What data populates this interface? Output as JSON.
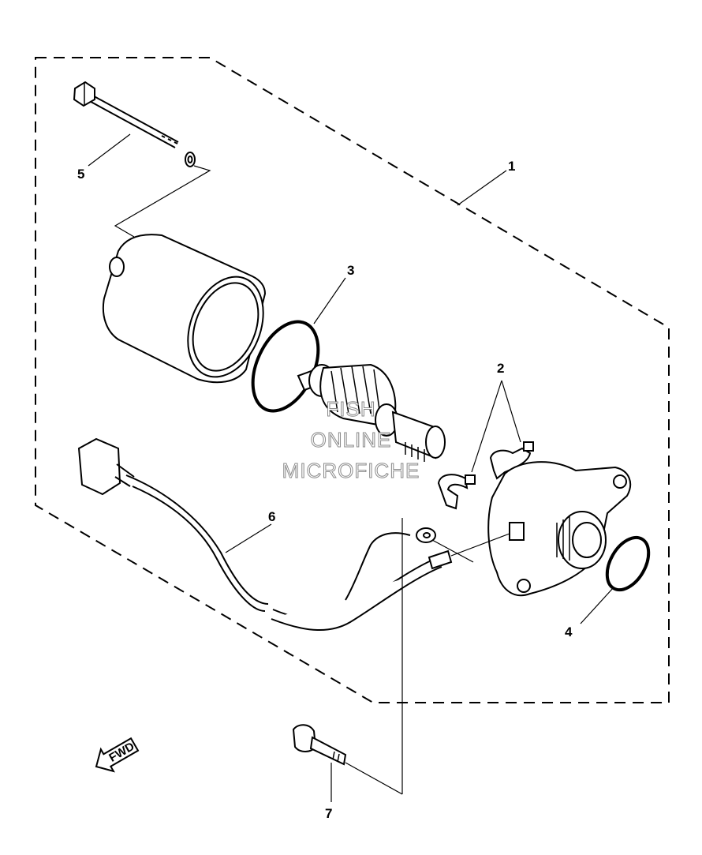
{
  "callouts": [
    {
      "id": "1",
      "text": "1"
    },
    {
      "id": "2",
      "text": "2"
    },
    {
      "id": "3",
      "text": "3"
    },
    {
      "id": "4",
      "text": "4"
    },
    {
      "id": "5",
      "text": "5"
    },
    {
      "id": "6",
      "text": "6"
    },
    {
      "id": "7",
      "text": "7"
    }
  ],
  "watermark": {
    "line1": "FISH",
    "line2": "ONLINE",
    "line3": "MICROFICHE"
  },
  "fwd_label": "FWD",
  "colors": {
    "line": "#000000",
    "watermark_stroke": "#8a8a8a",
    "background": "#ffffff"
  }
}
